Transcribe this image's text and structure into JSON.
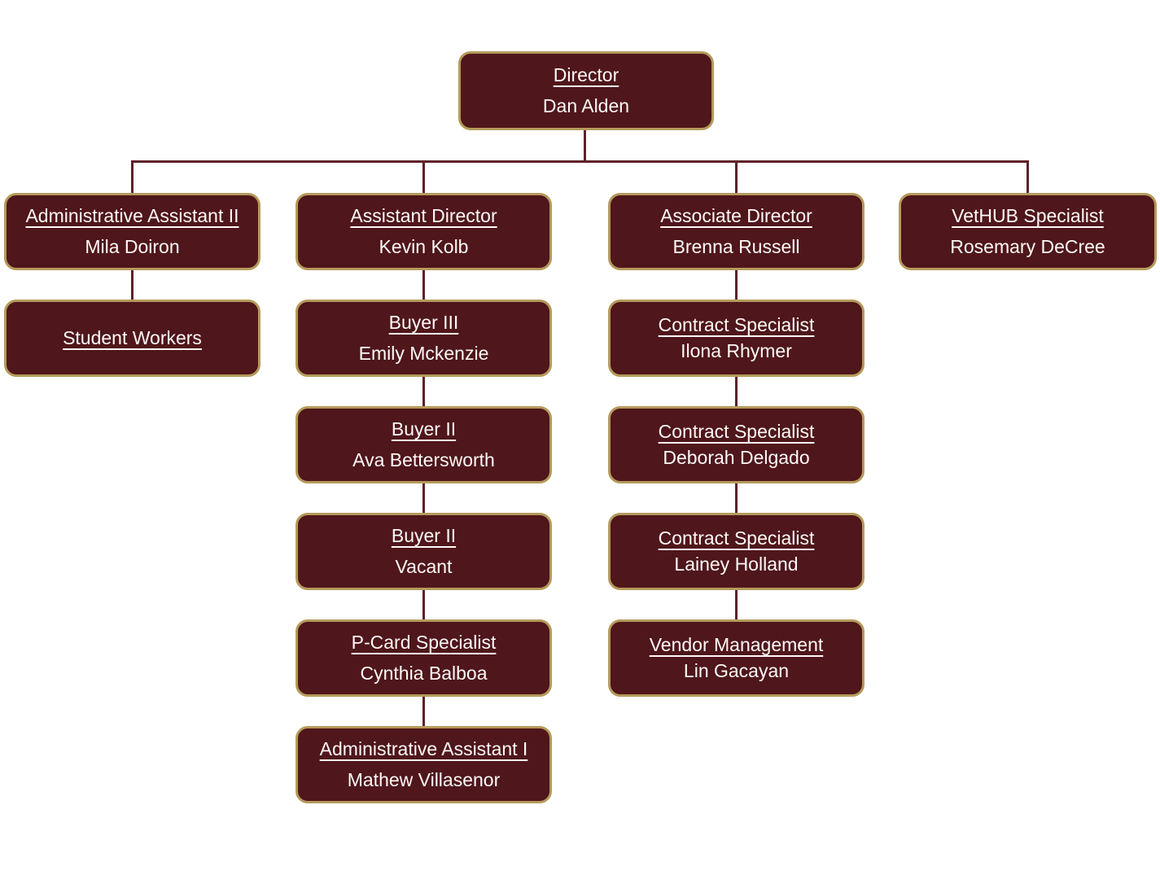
{
  "colors": {
    "box_fill": "#4f161b",
    "box_border": "#b59a5b",
    "connector_line": "#5e2129",
    "text": "#fdf9f7",
    "background": "#ffffff"
  },
  "nodes": {
    "director": {
      "title": "Director",
      "name": "Dan Alden"
    },
    "admin_assistant_2": {
      "title": "Administrative Assistant II",
      "name": "Mila Doiron"
    },
    "assistant_director": {
      "title": "Assistant Director",
      "name": "Kevin Kolb"
    },
    "associate_director": {
      "title": "Associate Director",
      "name": "Brenna Russell"
    },
    "vethub_specialist": {
      "title": "VetHUB Specialist",
      "name": "Rosemary DeCree"
    },
    "student_workers": {
      "title": "Student Workers",
      "name": ""
    },
    "buyer_3": {
      "title": "Buyer III",
      "name": "Emily Mckenzie"
    },
    "buyer_2_a": {
      "title": "Buyer II",
      "name": "Ava Bettersworth"
    },
    "buyer_2_b": {
      "title": "Buyer II",
      "name": "Vacant"
    },
    "pcard_specialist": {
      "title": "P-Card Specialist",
      "name": "Cynthia Balboa"
    },
    "admin_assistant_1": {
      "title": "Administrative Assistant I",
      "name": "Mathew Villasenor"
    },
    "contract_specialist_1": {
      "title": "Contract Specialist",
      "name": "Ilona Rhymer"
    },
    "contract_specialist_2": {
      "title": "Contract Specialist",
      "name": "Deborah Delgado"
    },
    "contract_specialist_3": {
      "title": "Contract Specialist",
      "name": "Lainey Holland"
    },
    "vendor_management": {
      "title": "Vendor Management",
      "name": "Lin Gacayan"
    }
  },
  "edges": [
    [
      "director",
      "admin_assistant_2"
    ],
    [
      "director",
      "assistant_director"
    ],
    [
      "director",
      "associate_director"
    ],
    [
      "director",
      "vethub_specialist"
    ],
    [
      "admin_assistant_2",
      "student_workers"
    ],
    [
      "assistant_director",
      "buyer_3"
    ],
    [
      "buyer_3",
      "buyer_2_a"
    ],
    [
      "buyer_2_a",
      "buyer_2_b"
    ],
    [
      "buyer_2_b",
      "pcard_specialist"
    ],
    [
      "pcard_specialist",
      "admin_assistant_1"
    ],
    [
      "associate_director",
      "contract_specialist_1"
    ],
    [
      "contract_specialist_1",
      "contract_specialist_2"
    ],
    [
      "contract_specialist_2",
      "contract_specialist_3"
    ],
    [
      "contract_specialist_3",
      "vendor_management"
    ]
  ]
}
